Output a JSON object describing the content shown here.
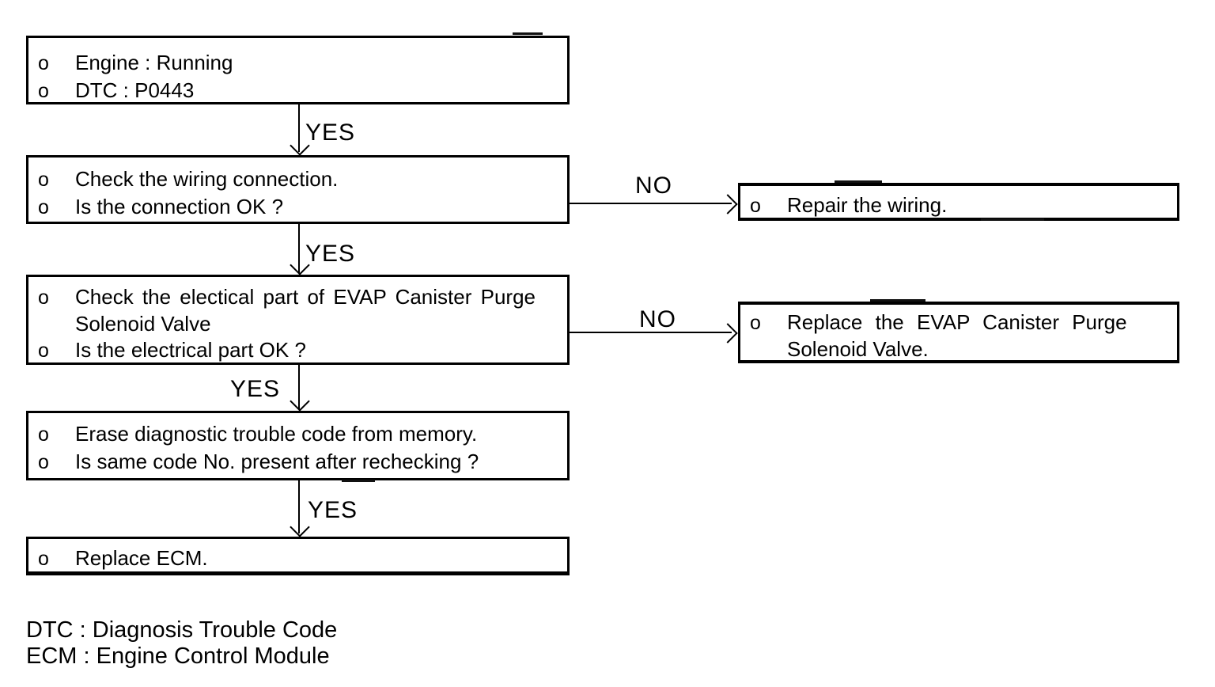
{
  "diagram": {
    "bullet": "o",
    "labels": {
      "yes": "YES",
      "no": "NO"
    },
    "boxes": {
      "start": {
        "item1": "Engine : Running",
        "item2": "DTC : P0443"
      },
      "check_wiring": {
        "item1": "Check the wiring connection.",
        "item2": "Is the connection OK ?"
      },
      "check_electrical": {
        "item1_line1": "Check the electical part of EVAP Canister Purge",
        "item1_line2": "Solenoid Valve",
        "item2": "Is the electrical part OK ?"
      },
      "erase_code": {
        "item1": "Erase diagnostic trouble code from memory.",
        "item2": "Is same code No. present after rechecking ?"
      },
      "replace_ecm": {
        "item1": "Replace ECM."
      },
      "repair_wiring": {
        "item1": "Repair the wiring."
      },
      "replace_valve": {
        "item1_line1": "Replace the EVAP Canister Purge",
        "item1_line2": "Solenoid Valve."
      }
    },
    "legend": {
      "line1": "DTC : Diagnosis Trouble Code",
      "line2": "ECM : Engine Control Module"
    }
  }
}
